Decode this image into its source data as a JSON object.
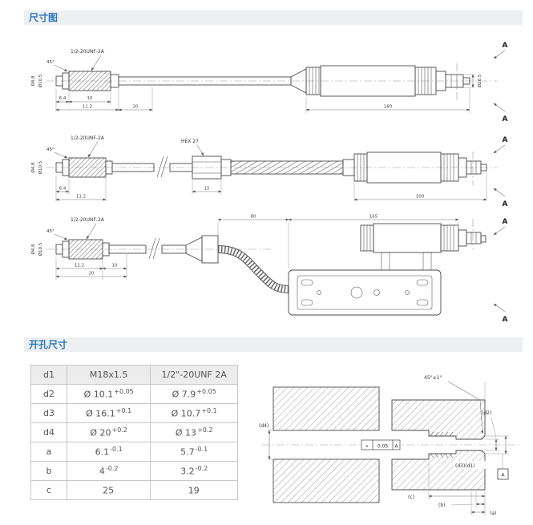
{
  "sections": {
    "dimensions_title": "尺寸图",
    "hole_title": "开孔尺寸"
  },
  "drawing1": {
    "thread_label": "1/2-20UNF-2A",
    "angle_label": "45°",
    "left_labels": [
      "Ø4.8",
      "Ø10.5"
    ],
    "right_label": "Ø26.5",
    "bottom_dims": [
      "6.4",
      "11.2",
      "10",
      "20",
      "160"
    ],
    "section_letter": "A"
  },
  "drawing2": {
    "thread_label": "1/2-20UNF-2A",
    "angle_label": "45°",
    "hex_label": "HEX 27",
    "left_labels": [
      "Ø4.8",
      "Ø10.5"
    ],
    "bottom_dims": [
      "6.4",
      "11.2",
      "15",
      "100"
    ],
    "section_letter": "A"
  },
  "drawing3": {
    "thread_label": "1/2-20UNF-2A",
    "angle_label": "45°",
    "left_labels": [
      "Ø4.8",
      "Ø10.5"
    ],
    "top_dims": [
      "80",
      "165"
    ],
    "bottom_dims": [
      "11.2",
      "10",
      "20"
    ],
    "section_letter": "A"
  },
  "hole_table": {
    "col_headers": [
      "d1",
      "M18x1.5",
      "1/2\"-20UNF 2A"
    ],
    "rows": [
      {
        "label": "d2",
        "v1": "Ø 10.1",
        "t1": "+0.05",
        "v2": "Ø 7.9",
        "t2": "+0.05"
      },
      {
        "label": "d3",
        "v1": "Ø 16.1",
        "t1": "+0.1",
        "v2": "Ø 10.7",
        "t2": "+0.1"
      },
      {
        "label": "d4",
        "v1": "Ø 20",
        "t1": "+0.2",
        "v2": "Ø 13",
        "t2": "+0.2"
      },
      {
        "label": "a",
        "v1": "6.1",
        "t1": "-0.1",
        "v2": "5.7",
        "t2": "-0.1"
      },
      {
        "label": "b",
        "v1": "4",
        "t1": "-0.2",
        "v2": "3.2",
        "t2": "-0.2"
      },
      {
        "label": "c",
        "v1": "25",
        "t1": "",
        "v2": "19",
        "t2": ""
      }
    ]
  },
  "hole_diagram": {
    "angle_label": "45°±1°",
    "label_d2": "(d2)",
    "label_d3d1": "(d3)(d1)",
    "label_d4": "(d4)",
    "label_a": "(a)",
    "label_b": "(b)",
    "label_c": "(c)",
    "position_symbol": "⌖",
    "position_tolerance": "0.05",
    "datum": "A"
  }
}
